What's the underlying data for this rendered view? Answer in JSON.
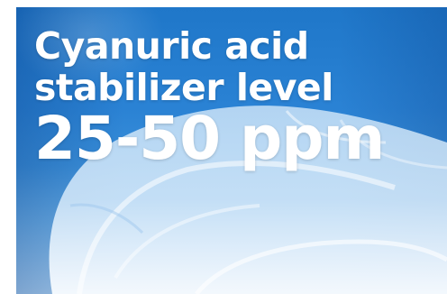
{
  "caption": {
    "line1": "Cyanuric acid",
    "line2": "stabilizer level",
    "value": "25-50 ppm"
  },
  "colors": {
    "background_blue": "#2a82d4",
    "text": "#ffffff"
  }
}
